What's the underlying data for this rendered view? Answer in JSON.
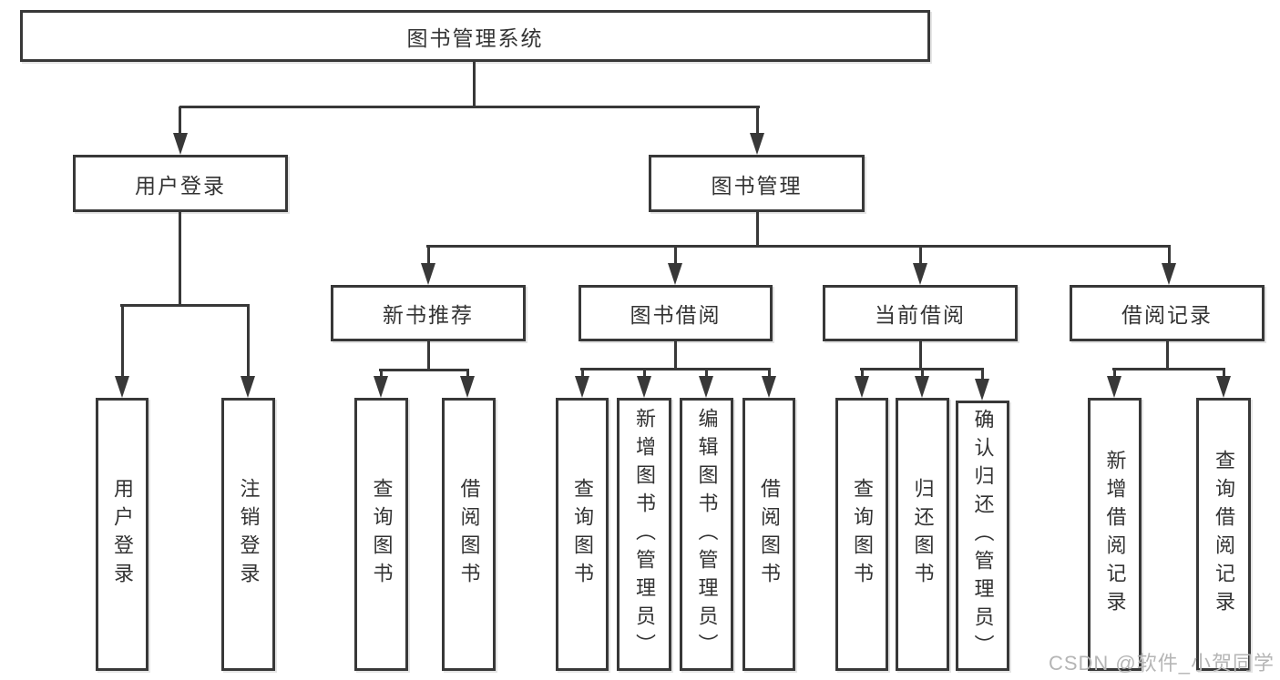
{
  "diagram_title": "图书管理系统",
  "nodes": {
    "root": "图书管理系统",
    "user_login": "用户登录",
    "book_mgmt": "图书管理",
    "new_book_rec": "新书推荐",
    "book_borrow": "图书借阅",
    "current_borrow": "当前借阅",
    "borrow_records": "借阅记录",
    "ul_user_login": "用户登录",
    "ul_logout": "注销登录",
    "nb_query_books": "查询图书",
    "nb_borrow_books": "借阅图书",
    "bb_query_books": "查询图书",
    "bb_add_books": "新增图书（管理员）",
    "bb_edit_books": "编辑图书（管理员）",
    "bb_borrow_books": "借阅图书",
    "cb_query_books": "查询图书",
    "cb_return_books": "归还图书",
    "cb_confirm_return": "确认归还（管理员）",
    "br_add_record": "新增借阅记录",
    "br_query_record": "查询借阅记录"
  },
  "hierarchy": {
    "root": "图书管理系统",
    "children": [
      {
        "label": "用户登录",
        "children": [
          "用户登录",
          "注销登录"
        ]
      },
      {
        "label": "图书管理",
        "children": [
          {
            "label": "新书推荐",
            "children": [
              "查询图书",
              "借阅图书"
            ]
          },
          {
            "label": "图书借阅",
            "children": [
              "查询图书",
              "新增图书（管理员）",
              "编辑图书（管理员）",
              "借阅图书"
            ]
          },
          {
            "label": "当前借阅",
            "children": [
              "查询图书",
              "归还图书",
              "确认归还（管理员）"
            ]
          },
          {
            "label": "借阅记录",
            "children": [
              "新增借阅记录",
              "查询借阅记录"
            ]
          }
        ]
      }
    ]
  },
  "watermark": "CSDN @软件_小贺同学",
  "colors": {
    "line": "#383838",
    "text": "#333333",
    "background": "#ffffff",
    "watermark": "#b5b5b5"
  }
}
